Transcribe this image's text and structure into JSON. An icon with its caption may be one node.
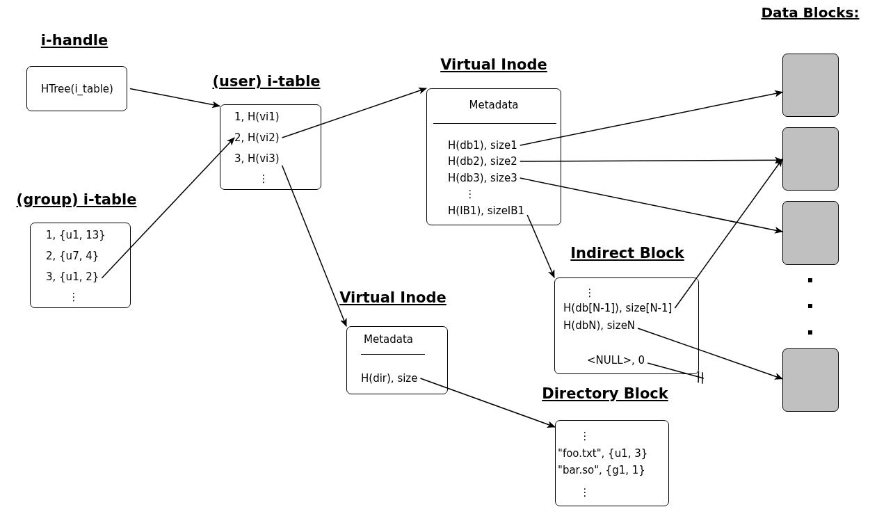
{
  "diagram": {
    "nodes": [
      {
        "text": [
          "i-handle",
          "HTree(i_table)"
        ]
      },
      {
        "text": [
          "(user) i-table"
        ]
      },
      {
        "text": [
          "1, H(vi1)"
        ],
        "in": 1
      },
      {
        "text": [
          "2, H(vi2)"
        ],
        "in": 1
      },
      {
        "text": [
          "3, H(vi3)"
        ],
        "in": 1
      },
      {
        "text": [
          "⋮"
        ],
        "in": 1
      },
      {
        "text": [
          "(group) i-table"
        ]
      },
      {
        "text": [
          "1, {u1, 13}"
        ],
        "in": 6
      },
      {
        "text": [
          "2, {u7, 4}"
        ],
        "in": 6
      },
      {
        "text": [
          "3, {u1, 2}"
        ],
        "in": 6
      },
      {
        "text": [
          "⋮"
        ],
        "in": 6
      },
      {
        "text": [
          "Virtual Inode"
        ]
      },
      {
        "text": [
          "Metadata"
        ],
        "in": 11
      },
      {
        "text": [
          "H(db1), size1"
        ],
        "in": 11
      },
      {
        "text": [
          "H(db2), size2"
        ],
        "in": 11
      },
      {
        "text": [
          "H(db3), size3"
        ],
        "in": 11
      },
      {
        "text": [
          "⋮"
        ],
        "in": 11
      },
      {
        "text": [
          "H(IB1), sizeIB1"
        ],
        "in": 11
      },
      {
        "text": [
          "Indirect Block"
        ]
      },
      {
        "text": [
          "⋮"
        ],
        "in": 18
      },
      {
        "text": [
          "H(db[N-1]), size[N-1]"
        ],
        "in": 18
      },
      {
        "text": [
          "H(dbN), sizeN"
        ],
        "in": 18
      },
      {
        "text": [
          "<NULL>, 0"
        ],
        "in": 18
      },
      {
        "text": [
          "Virtual Inode"
        ]
      },
      {
        "text": [
          "Metadata"
        ],
        "in": 23
      },
      {
        "text": [
          "H(dir), size"
        ],
        "in": 23
      },
      {
        "text": [
          "Directory Block"
        ]
      },
      {
        "text": [
          "⋮"
        ],
        "in": 26
      },
      {
        "text": [
          "\"foo.txt\", {u1, 3}"
        ],
        "in": 26
      },
      {
        "text": [
          "\"bar.so\", {g1, 1}"
        ],
        "in": 26
      },
      {
        "text": [
          "⋮"
        ],
        "in": 26
      },
      {
        "text": [],
        "shape": "box"
      },
      {
        "text": [],
        "shape": "box"
      },
      {
        "text": [],
        "shape": "box"
      },
      {
        "text": [],
        "shape": "box"
      }
    ],
    "edges": [
      {
        "from": 0,
        "to": 1,
        "arrow": "to"
      },
      {
        "from": 9,
        "to": 3,
        "arrow": "to"
      },
      {
        "from": 3,
        "to": 11,
        "arrow": "to"
      },
      {
        "from": 4,
        "to": 23,
        "arrow": "to"
      },
      {
        "from": 13,
        "to": 31,
        "arrow": "to"
      },
      {
        "from": 14,
        "to": 32,
        "arrow": "to"
      },
      {
        "from": 15,
        "to": 33,
        "arrow": "to"
      },
      {
        "from": 17,
        "to": 18,
        "arrow": "to"
      },
      {
        "from": 20,
        "to": 32,
        "arrow": "to"
      },
      {
        "from": 21,
        "to": 34,
        "arrow": "to"
      },
      {
        "from": 22,
        "to": null,
        "arrow": "other"
      },
      {
        "from": 25,
        "to": 26,
        "arrow": "to"
      }
    ],
    "labels": [
      "Data Blocks:"
    ]
  }
}
